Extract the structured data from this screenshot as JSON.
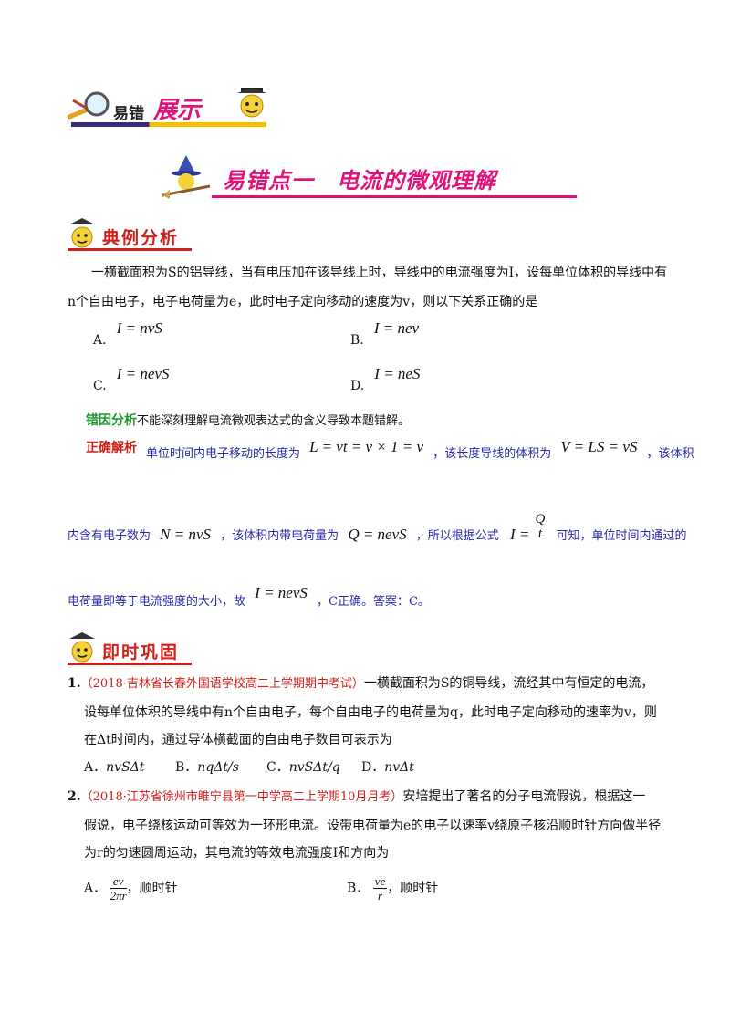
{
  "header": {
    "label_left": "易错",
    "label_right": "展示"
  },
  "topic": {
    "title": "易错点一　电流的微观理解"
  },
  "example": {
    "heading": "典例分析",
    "stem_line1": "一横截面积为S的铝导线，当有电压加在该导线上时，导线中的电流强度为I，设每单位体积的导线中有",
    "stem_line2": "n个自由电子，电子电荷量为e，此时电子定向移动的速度为v，则以下关系正确的是",
    "options": [
      {
        "letter": "A.",
        "formula": "I = nvS"
      },
      {
        "letter": "B.",
        "formula": "I = nev"
      },
      {
        "letter": "C.",
        "formula": "I = nevS"
      },
      {
        "letter": "D.",
        "formula": "I = neS"
      }
    ],
    "error_label": "错因分析",
    "error_text": "不能深刻理解电流微观表达式的含义导致本题错解。",
    "correct_label": "正确解析",
    "analysis": {
      "p1_text": "单位时间内电子移动的长度为",
      "p1_formula": "L = vt = v × 1 = v",
      "p1_text2": "，该长度导线的体积为",
      "p1_formula2": "V = LS = vS",
      "p1_text3": "，该体积",
      "p2_text": "内含有电子数为",
      "p2_formula": "N = nvS",
      "p2_text2": "，该体积内带电荷量为",
      "p2_formula2": "Q = nevS",
      "p2_text3": "，所以根据公式",
      "p2_frac_left": "I =",
      "p2_frac_num": "Q",
      "p2_frac_den": "t",
      "p2_text4": "可知，单位时间内通过的",
      "p3_text": "电荷量即等于电流强度的大小，故",
      "p3_formula": "I = nevS",
      "p3_text2": "，C正确。答案：C。"
    }
  },
  "practice": {
    "heading": "即时巩固",
    "questions": [
      {
        "number": "1.",
        "source": "（2018·吉林省长春外国语学校高二上学期期中考试）",
        "line1_rest": "一横截面积为S的铜导线，流经其中有恒定的电流，",
        "line2": "设每单位体积的导线中有n个自由电子，每个自由电子的电荷量为q，此时电子定向移动的速率为v，则",
        "line3": "在Δt时间内，通过导体横截面的自由电子数目可表示为",
        "options": [
          {
            "letter": "A．",
            "text": "nvSΔt"
          },
          {
            "letter": "B．",
            "text": "nqΔt/s"
          },
          {
            "letter": "C．",
            "text": "nvSΔt/q"
          },
          {
            "letter": "D．",
            "text": "nvΔt"
          }
        ]
      },
      {
        "number": "2.",
        "source": "（2018·江苏省徐州市睢宁县第一中学高二上学期10月月考）",
        "line1_rest": "安培提出了著名的分子电流假说，根据这一",
        "line2": "假说，电子绕核运动可等效为一环形电流。设带电荷量为e的电子以速率v绕原子核沿顺时针方向做半径",
        "line3": "为r的匀速圆周运动，其电流的等效电流强度I和方向为",
        "options": [
          {
            "letter": "A．",
            "num": "ev",
            "den": "2πr",
            "text": "，顺时针"
          },
          {
            "letter": "B．",
            "num": "ve",
            "den": "r",
            "text": "，顺时针"
          }
        ]
      }
    ]
  },
  "colors": {
    "accent_red": "#d0201a",
    "accent_blue": "#2a2aa8",
    "banner_pink": "#e0137a",
    "rule_yellow": "#f2c200",
    "rule_purple": "#3a2a7a"
  }
}
